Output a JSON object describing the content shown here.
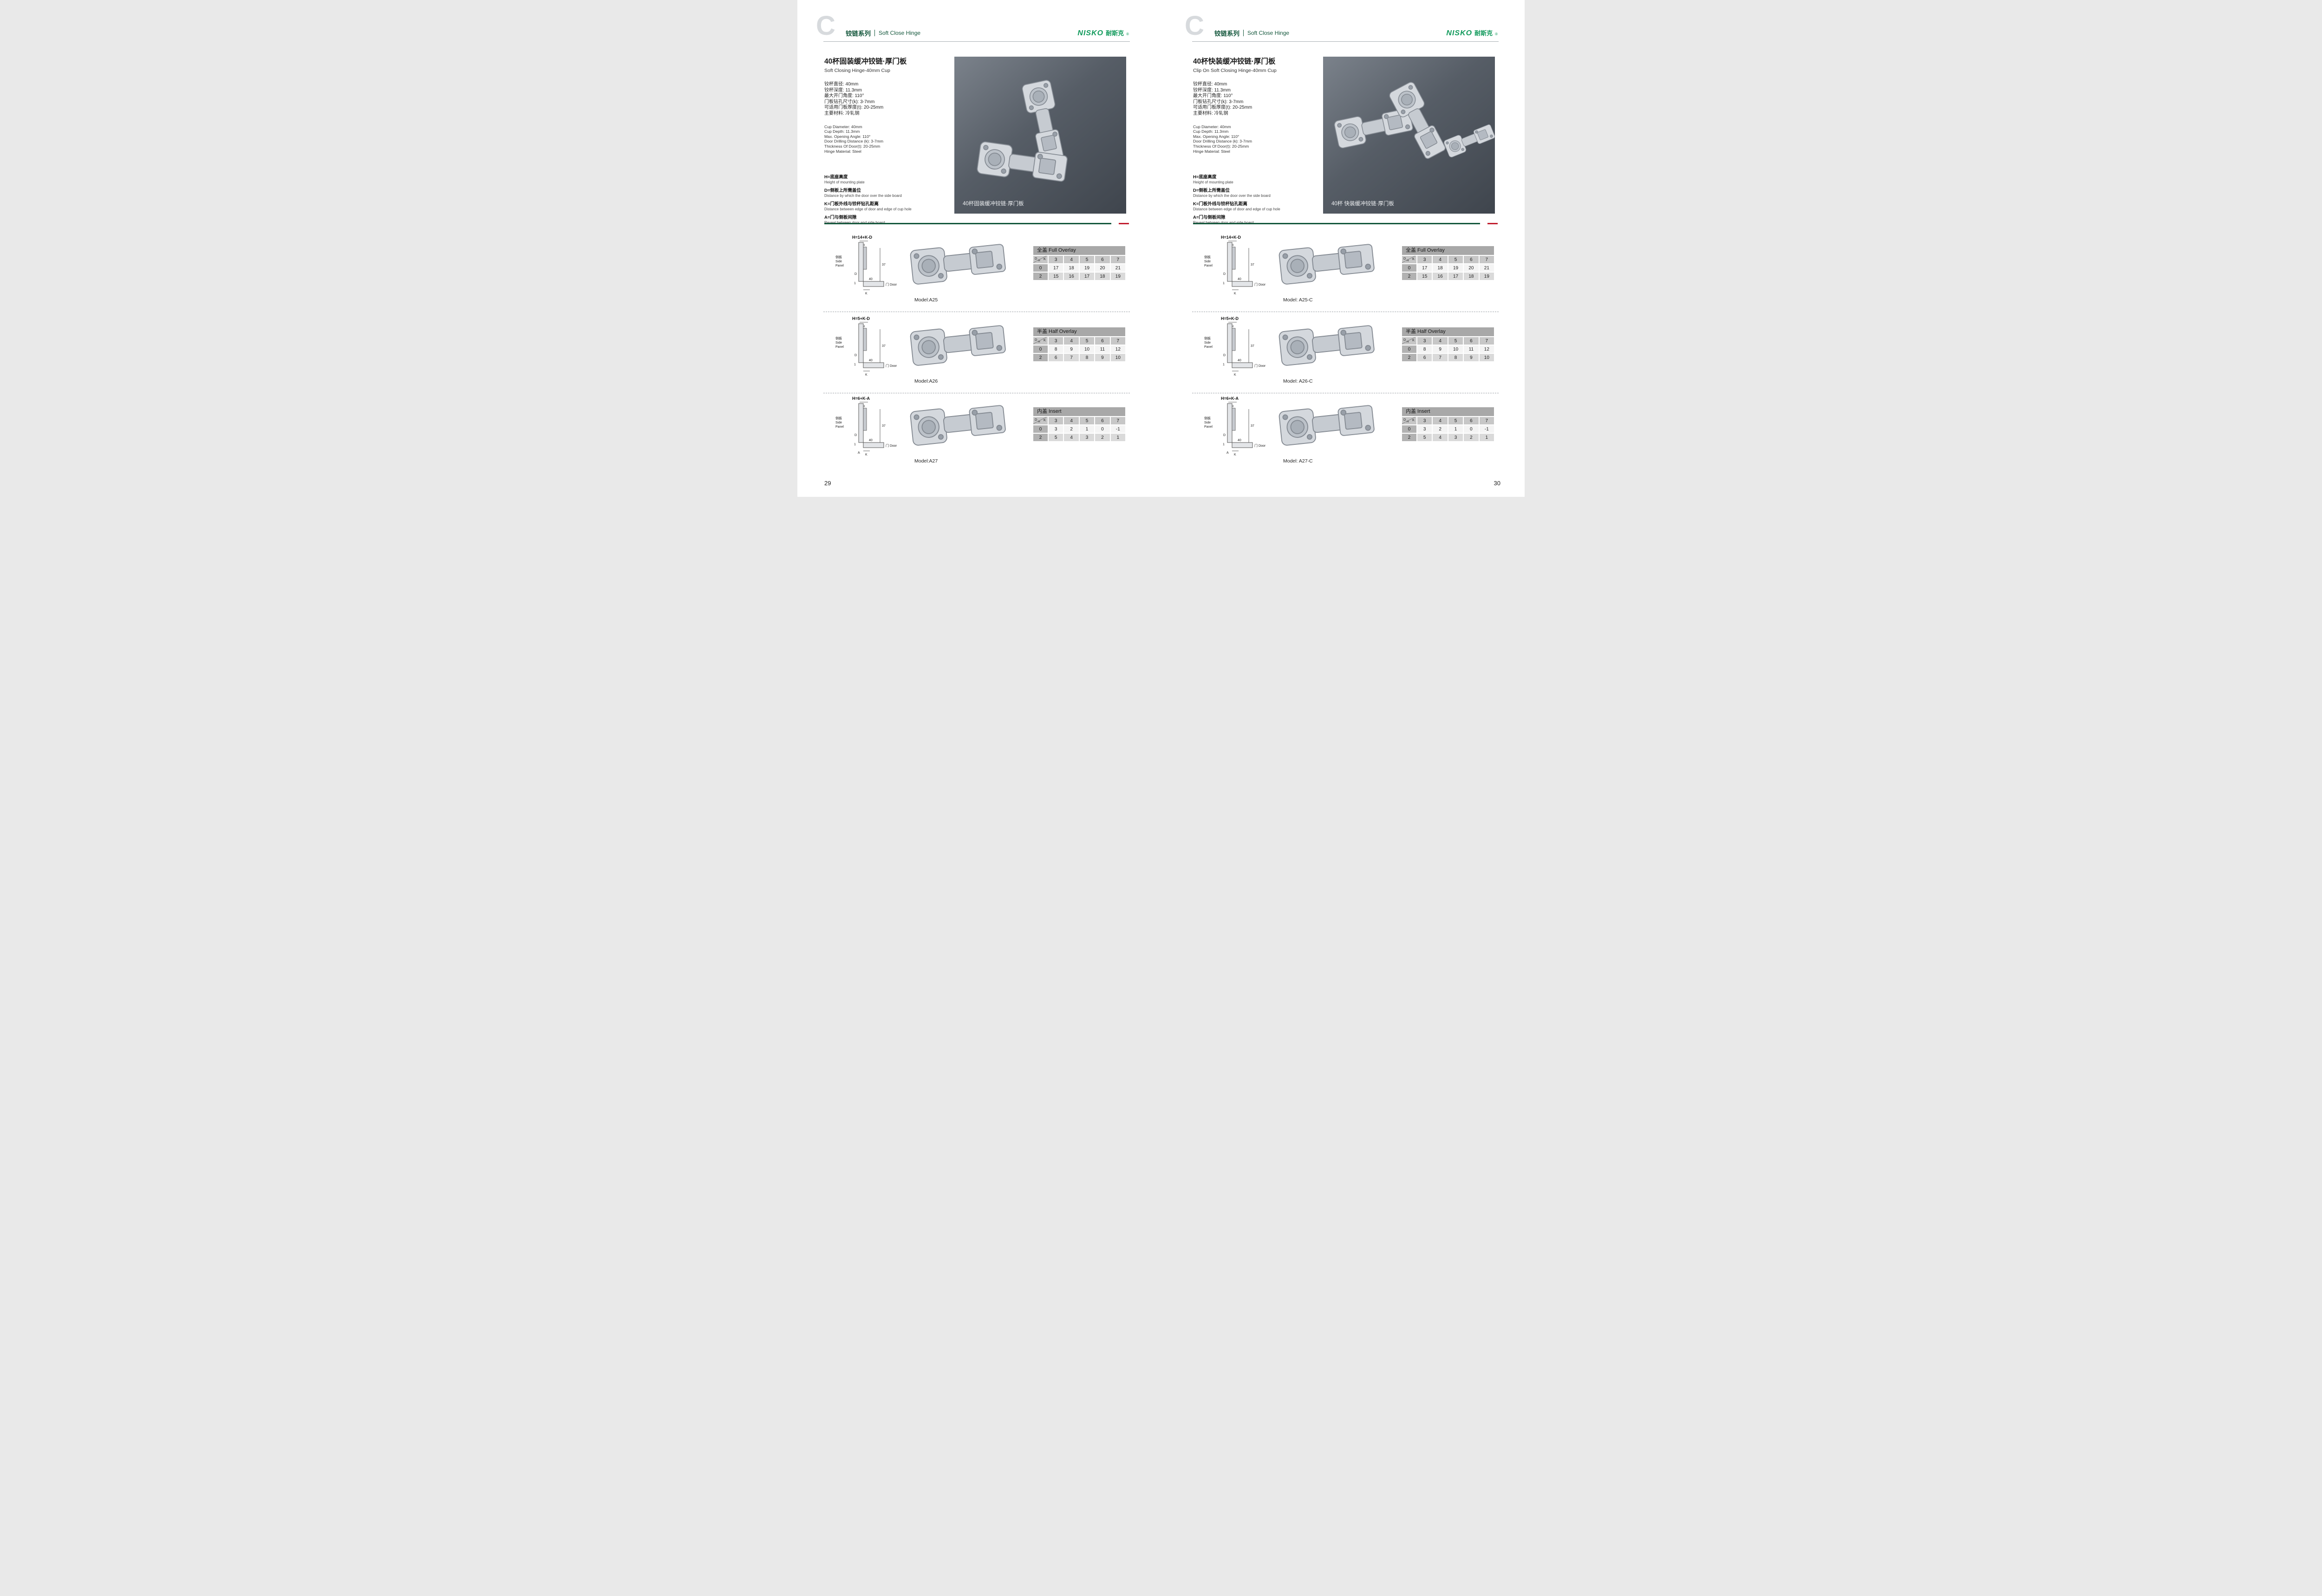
{
  "table_corner": {
    "d": "D",
    "h": "H",
    "k": "K"
  },
  "diagram_labels": {
    "h": "H",
    "d": "D",
    "k": "K",
    "a": "A",
    "one": "1",
    "dim37": "37",
    "dim40": "40",
    "side_cn": "侧板",
    "side_en1": "Side",
    "side_en2": "Panel",
    "door": "门 Door"
  },
  "pages": [
    {
      "page_number": "29",
      "header": {
        "watermark": "C",
        "series_cn": "铰链系列",
        "series_en": "Soft Close Hinge",
        "logo_latin": "NISKO",
        "logo_cn": "耐斯克",
        "logo_reg": "®"
      },
      "title_cn": "40杯固装缓冲铰链·厚门板",
      "title_en": "Soft Closing Hinge-40mm Cup",
      "specs_cn": [
        "铰杯直径: 40mm",
        "铰杯深度: 11.3mm",
        "最大开门角度: 110°",
        "门板钻孔尺寸(k): 3-7mm",
        "可适用门板厚度(t): 20-25mm",
        "主要材料: 冷轧钢"
      ],
      "specs_en": [
        "Cup Diameter: 40mm",
        "Cup Depth: 11.3mm",
        "Max. Opening Angle: 110°",
        "Door Drilling Distance (k): 3-7mm",
        "Thickness Of Door(t): 20-25mm",
        "Hinge Material: Steel"
      ],
      "legend": [
        {
          "cn": "H=底座高度",
          "en": "Height of mounting plate"
        },
        {
          "cn": "D=侧板上所需盖位",
          "en": "Distance by which the door over the side board"
        },
        {
          "cn": "K=门板外线与铰杯钻孔距离",
          "en": "Distance between edge of door and edge of cup hole"
        },
        {
          "cn": "A=门与侧板间隙",
          "en": "Reveal between door and side board"
        }
      ],
      "image_caption": "40杯固装缓冲铰链·厚门板",
      "sections": [
        {
          "diagram_formula": "H=14+K-D",
          "model": "Model:A25",
          "table": {
            "title": "全盖 Full Overlay",
            "k_values": [
              "3",
              "4",
              "5",
              "6",
              "7"
            ],
            "rows": [
              {
                "label": "0",
                "values": [
                  "17",
                  "18",
                  "19",
                  "20",
                  "21"
                ]
              },
              {
                "label": "2",
                "values": [
                  "15",
                  "16",
                  "17",
                  "18",
                  "19"
                ]
              }
            ]
          }
        },
        {
          "diagram_formula": "H=5+K-D",
          "model": "Model:A26",
          "table": {
            "title": "半盖 Half Overlay",
            "k_values": [
              "3",
              "4",
              "5",
              "6",
              "7"
            ],
            "rows": [
              {
                "label": "0",
                "values": [
                  "8",
                  "9",
                  "10",
                  "11",
                  "12"
                ]
              },
              {
                "label": "2",
                "values": [
                  "6",
                  "7",
                  "8",
                  "9",
                  "10"
                ]
              }
            ]
          }
        },
        {
          "diagram_formula": "H=6+K-A",
          "model": "Model:A27",
          "table": {
            "title": "内盖 Insert",
            "k_values": [
              "3",
              "4",
              "5",
              "6",
              "7"
            ],
            "rows": [
              {
                "label": "0",
                "values": [
                  "3",
                  "2",
                  "1",
                  "0",
                  "-1"
                ]
              },
              {
                "label": "2",
                "values": [
                  "5",
                  "4",
                  "3",
                  "2",
                  "1"
                ]
              }
            ]
          }
        }
      ]
    },
    {
      "page_number": "30",
      "header": {
        "watermark": "C",
        "series_cn": "铰链系列",
        "series_en": "Soft Close Hinge",
        "logo_latin": "NISKO",
        "logo_cn": "耐斯克",
        "logo_reg": "®"
      },
      "title_cn": "40杯快装缓冲铰链·厚门板",
      "title_en": "Clip On Soft Closing Hinge-40mm Cup",
      "specs_cn": [
        "铰杯直径: 40mm",
        "铰杯深度: 11.3mm",
        "最大开门角度: 110°",
        "门板钻孔尺寸(k): 3-7mm",
        "可适用门板厚度(t): 20-25mm",
        "主要材料: 冷轧钢"
      ],
      "specs_en": [
        "Cup Diameter: 40mm",
        "Cup Depth: 11.3mm",
        "Max. Opening Angle: 110°",
        "Door Drilling Distance (k): 3-7mm",
        "Thickness Of Door(t): 20-25mm",
        "Hinge Material: Steel"
      ],
      "legend": [
        {
          "cn": "H=底座高度",
          "en": "Height of mounting plate"
        },
        {
          "cn": "D=侧板上所需盖位",
          "en": "Distance by which the door over the side board"
        },
        {
          "cn": "K=门板外线与铰杯钻孔距离",
          "en": "Distance between edge of door and edge of cup hole"
        },
        {
          "cn": "A=门与侧板间隙",
          "en": "Reveal between door and side board"
        }
      ],
      "image_caption": "40杯 快装缓冲铰链·厚门板",
      "sections": [
        {
          "diagram_formula": "H=14+K-D",
          "model": "Model: A25-C",
          "table": {
            "title": "全盖 Full Overlay",
            "k_values": [
              "3",
              "4",
              "5",
              "6",
              "7"
            ],
            "rows": [
              {
                "label": "0",
                "values": [
                  "17",
                  "18",
                  "19",
                  "20",
                  "21"
                ]
              },
              {
                "label": "2",
                "values": [
                  "15",
                  "16",
                  "17",
                  "18",
                  "19"
                ]
              }
            ]
          }
        },
        {
          "diagram_formula": "H=5+K-D",
          "model": "Model: A26-C",
          "table": {
            "title": "半盖 Half Overlay",
            "k_values": [
              "3",
              "4",
              "5",
              "6",
              "7"
            ],
            "rows": [
              {
                "label": "0",
                "values": [
                  "8",
                  "9",
                  "10",
                  "11",
                  "12"
                ]
              },
              {
                "label": "2",
                "values": [
                  "6",
                  "7",
                  "8",
                  "9",
                  "10"
                ]
              }
            ]
          }
        },
        {
          "diagram_formula": "H=6+K-A",
          "model": "Model: A27-C",
          "table": {
            "title": "内盖 Insert",
            "k_values": [
              "3",
              "4",
              "5",
              "6",
              "7"
            ],
            "rows": [
              {
                "label": "0",
                "values": [
                  "3",
                  "2",
                  "1",
                  "0",
                  "-1"
                ]
              },
              {
                "label": "2",
                "values": [
                  "5",
                  "4",
                  "3",
                  "2",
                  "1"
                ]
              }
            ]
          }
        }
      ]
    }
  ]
}
